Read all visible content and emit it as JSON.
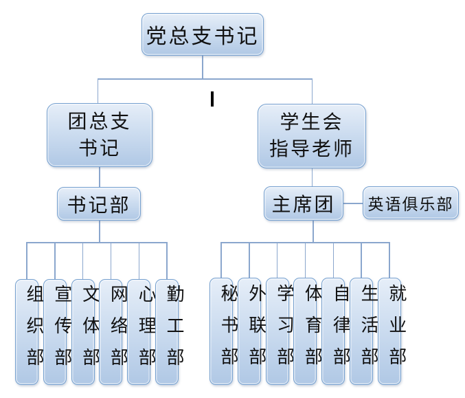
{
  "diagram": {
    "root": {
      "label": "党总支书记"
    },
    "left_branch": {
      "head": "团总支\n书记",
      "mid": "书记部",
      "departments": [
        "组织部",
        "宣传部",
        "文体部",
        "网络部",
        "心理部",
        "勤工部"
      ]
    },
    "right_branch": {
      "head": "学生会\n指导老师",
      "mid": "主席团",
      "affiliate": "英语俱乐部",
      "departments": [
        "秘书部",
        "外联部",
        "学习部",
        "体育部",
        "自律部",
        "生活部",
        "就业部"
      ]
    }
  },
  "palette": {
    "background": "#ffffff",
    "box_border": "#75a0cf",
    "box_fill_top": "#e6eef8",
    "box_fill_bottom": "#b0c8e5",
    "connector": "#8aa6cd",
    "text": "#111111",
    "cursor_mark": "#000000"
  }
}
